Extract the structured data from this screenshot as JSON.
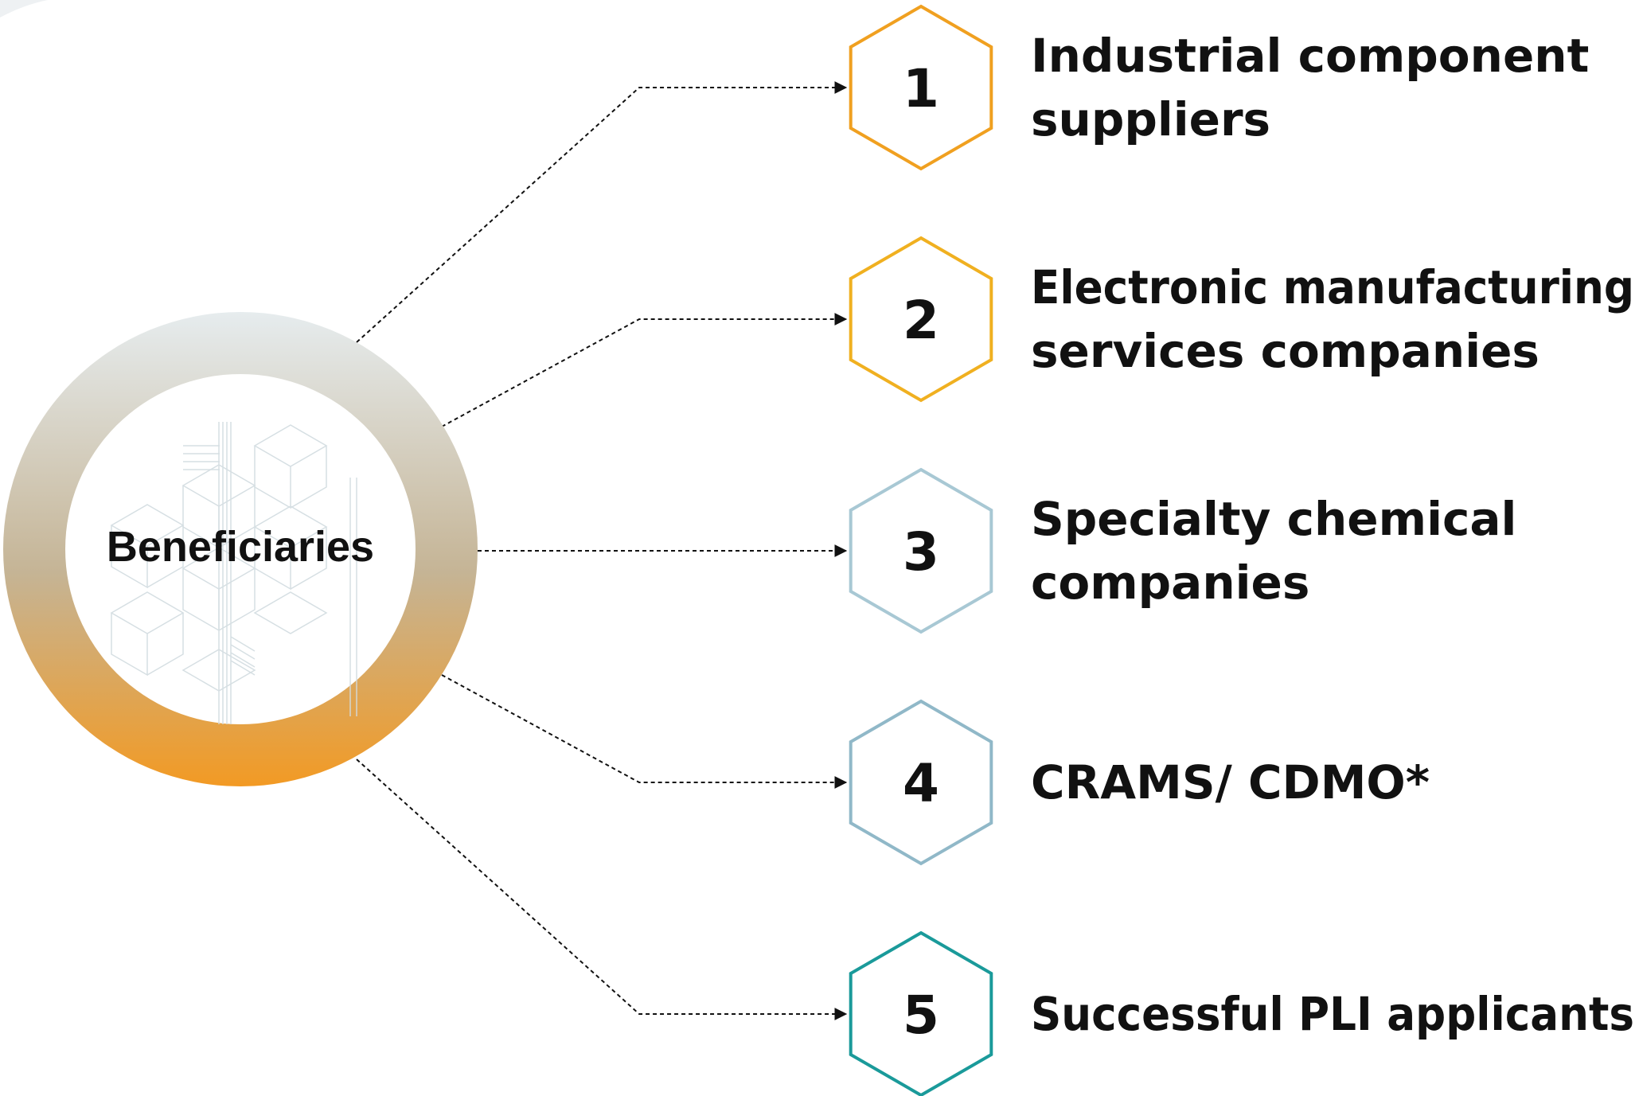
{
  "hub": {
    "label": "Beneficiaries"
  },
  "items": [
    {
      "number": "1",
      "lines": [
        "Industrial component",
        "suppliers"
      ],
      "color": "#F0A020"
    },
    {
      "number": "2",
      "lines": [
        "Electronic manufacturing",
        "services companies"
      ],
      "color": "#F0B020"
    },
    {
      "number": "3",
      "lines": [
        "Specialty chemical",
        "companies"
      ],
      "color": "#A8C8D4"
    },
    {
      "number": "4",
      "lines": [
        "CRAMS/ CDMO*"
      ],
      "color": "#90B8C8"
    },
    {
      "number": "5",
      "lines": [
        "Successful PLI applicants"
      ],
      "color": "#1A9A9A"
    }
  ],
  "colors": {
    "ring_top": "#E6ECEE",
    "ring_mid": "#C5B495",
    "ring_bottom": "#F29A24",
    "connector": "#111111"
  }
}
